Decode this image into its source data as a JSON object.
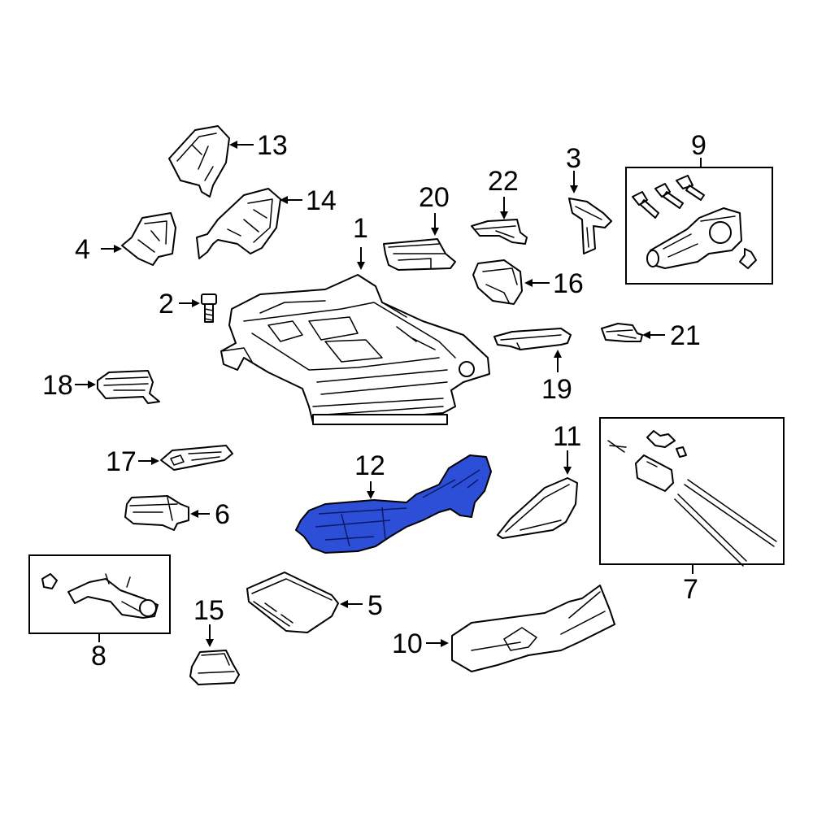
{
  "callouts": {
    "c1": "1",
    "c2": "2",
    "c3": "3",
    "c4": "4",
    "c5": "5",
    "c6": "6",
    "c7": "7",
    "c8": "8",
    "c9": "9",
    "c10": "10",
    "c11": "11",
    "c12": "12",
    "c13": "13",
    "c14": "14",
    "c15": "15",
    "c16": "16",
    "c17": "17",
    "c18": "18",
    "c19": "19",
    "c20": "20",
    "c21": "21",
    "c22": "22"
  },
  "colors": {
    "highlight": "#2d4ed6",
    "line": "#000000",
    "background": "#ffffff"
  },
  "highlighted_part": "12"
}
